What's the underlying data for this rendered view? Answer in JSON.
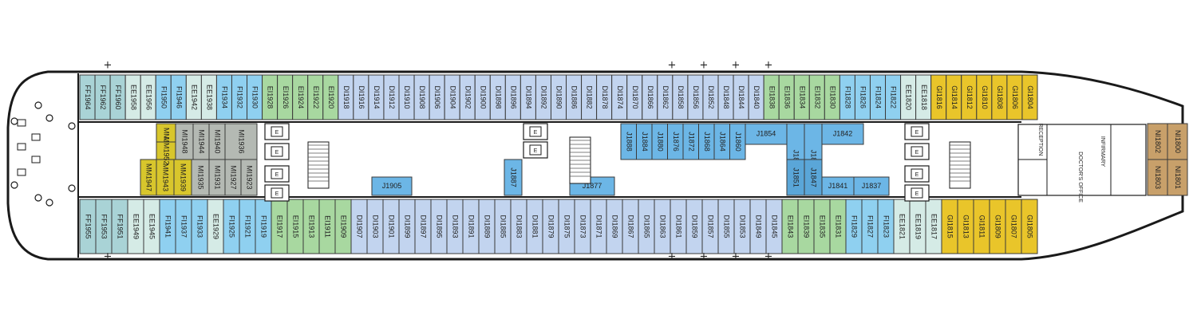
{
  "legend_colors": {
    "FF": "#a9d3d6",
    "EE": "#d5ebe6",
    "FI": "#8fd0f0",
    "EI": "#a8d8a0",
    "DI": "#c2d4ef",
    "GI": "#e9c52a",
    "NI": "#c8a06a",
    "MM": "#d8c62c",
    "MI": "#b4b9b3",
    "JI": "#6cb6e6"
  },
  "deck": {
    "top_row": [
      "FF1964",
      "FF1962",
      "FF1960",
      "EE1958",
      "EE1956",
      "FI1950",
      "FI1946",
      "EE1942",
      "EE1938",
      "FI1934",
      "FI1932",
      "FI1930",
      "EI1928",
      "EI1926",
      "EI1924",
      "EI1922",
      "EI1920",
      "DI1918",
      "DI1916",
      "DI1914",
      "DI1912",
      "DI1910",
      "DI1908",
      "DI1906",
      "DI1904",
      "DI1902",
      "DI1900",
      "DI1898",
      "DI1896",
      "DI1894",
      "DI1892",
      "DI1890",
      "DI1886",
      "DI1882",
      "DI1878",
      "DI1874",
      "DI1870",
      "DI1866",
      "DI1862",
      "DI1858",
      "DI1856",
      "DI1852",
      "DI1848",
      "DI1844",
      "DI1840",
      "EI1838",
      "EI1836",
      "EI1834",
      "EI1832",
      "EI1830",
      "FI1828",
      "FI1826",
      "FI1824",
      "FI1822",
      "EE1820",
      "EE1818",
      "GI1816",
      "GI1814",
      "GI1812",
      "GI1810",
      "GI1808",
      "GI1806",
      "GI1804"
    ],
    "bottom_row": [
      "FF1955",
      "FF1953",
      "FF1951",
      "EE1949",
      "EE1945",
      "FI1941",
      "FI1937",
      "FI1933",
      "EE1929",
      "FI1925",
      "FI1921",
      "FI1919",
      "EI1917",
      "EI1915",
      "EI1913",
      "EI1911",
      "EI1909",
      "DI1907",
      "DI1903",
      "DI1901",
      "DI1899",
      "DI1897",
      "DI1895",
      "DI1893",
      "DI1891",
      "DI1889",
      "DI1885",
      "DI1883",
      "DI1881",
      "DI1879",
      "DI1875",
      "DI1873",
      "DI1871",
      "DI1869",
      "DI1867",
      "DI1865",
      "DI1863",
      "DI1861",
      "DI1859",
      "DI1857",
      "DI1855",
      "DI1853",
      "DI1849",
      "DI1845",
      "EI1843",
      "EI1839",
      "EI1835",
      "EI1831",
      "FI1829",
      "FI1827",
      "FI1823",
      "EE1821",
      "EE1819",
      "EE1817",
      "GI1815",
      "GI1813",
      "GI1811",
      "GI1809",
      "GI1807",
      "GI1805"
    ],
    "mid_left": [
      {
        "label": "MM1956",
        "type": "MM"
      },
      {
        "label": "MI1948",
        "type": "MI"
      },
      {
        "label": "MI1944",
        "type": "MI"
      },
      {
        "label": "MI1940",
        "type": "MI"
      },
      {
        "label": "MI1936",
        "type": "MI"
      },
      {
        "label": "MM1952",
        "type": "MM"
      },
      {
        "label": "MM1947",
        "type": "MM"
      },
      {
        "label": "MM1943",
        "type": "MM"
      },
      {
        "label": "MM1939",
        "type": "MM"
      },
      {
        "label": "MI1935",
        "type": "MI"
      },
      {
        "label": "MI1931",
        "type": "MI"
      },
      {
        "label": "MI1927",
        "type": "MI"
      },
      {
        "label": "MI1923",
        "type": "MI"
      }
    ],
    "mid_j": [
      "J1888",
      "J1884",
      "J1880",
      "J1876",
      "J1872",
      "J1868",
      "J1864",
      "J1860",
      "J1854",
      "J1850",
      "J1846",
      "J1842",
      "J1851",
      "J1847",
      "J1841",
      "J1837",
      "J1905",
      "J1887",
      "J1877"
    ],
    "forward": [
      "NI1802",
      "NI1800",
      "NI1803",
      "NI1801"
    ],
    "rooms": {
      "reception": "RECEPTION",
      "infirmary": "INFIRMARY",
      "doctors_office": "DOCTOR'S OFFICE"
    },
    "elevator_letter": "E"
  }
}
